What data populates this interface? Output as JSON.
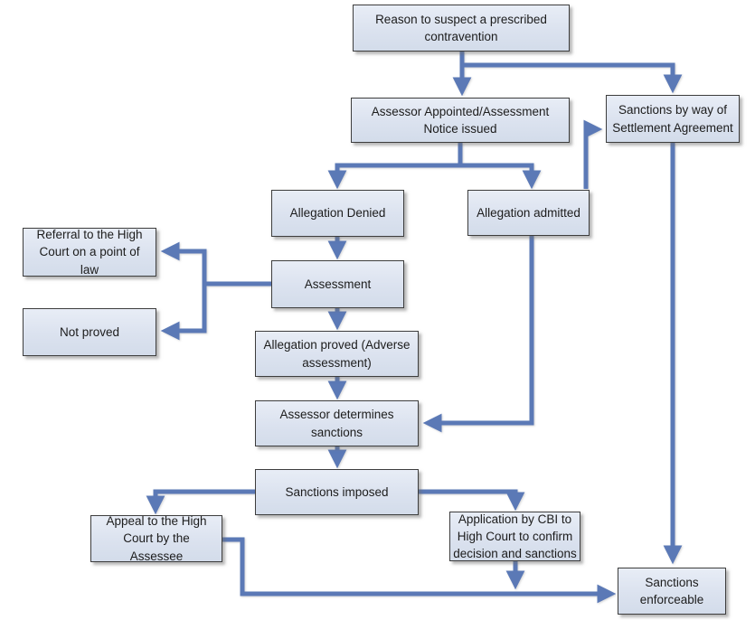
{
  "diagram": {
    "type": "flowchart",
    "accent_color": "#5b79b6",
    "node_fill": "#dbe2ef",
    "node_border": "#3d3d3d",
    "background": "#ffffff",
    "nodes": {
      "reason": {
        "label": "Reason to suspect a prescribed contravention"
      },
      "assessor_appointed": {
        "label": "Assessor Appointed/Assessment Notice issued"
      },
      "settlement": {
        "label": "Sanctions by way of Settlement Agreement"
      },
      "allegation_denied": {
        "label": "Allegation Denied"
      },
      "allegation_admitted": {
        "label": "Allegation admitted"
      },
      "referral": {
        "label": "Referral to the High Court on a point of law"
      },
      "assessment": {
        "label": "Assessment"
      },
      "not_proved": {
        "label": "Not proved"
      },
      "allegation_proved": {
        "label": "Allegation proved (Adverse assessment)"
      },
      "assessor_determines": {
        "label": "Assessor determines sanctions"
      },
      "sanctions_imposed": {
        "label": "Sanctions imposed"
      },
      "appeal": {
        "label": "Appeal to the High Court by the Assessee"
      },
      "application_cbi": {
        "label": "Application by CBI to High Court to confirm decision and sanctions"
      },
      "sanctions_enforceable": {
        "label": "Sanctions enforceable"
      }
    },
    "edges": [
      {
        "from": "reason",
        "to": "assessor_appointed"
      },
      {
        "from": "reason",
        "to": "settlement"
      },
      {
        "from": "assessor_appointed",
        "to": "allegation_denied"
      },
      {
        "from": "assessor_appointed",
        "to": "allegation_admitted"
      },
      {
        "from": "allegation_admitted",
        "to": "settlement"
      },
      {
        "from": "allegation_denied",
        "to": "assessment"
      },
      {
        "from": "assessment",
        "to": "referral"
      },
      {
        "from": "assessment",
        "to": "not_proved"
      },
      {
        "from": "assessment",
        "to": "allegation_proved"
      },
      {
        "from": "allegation_proved",
        "to": "assessor_determines"
      },
      {
        "from": "allegation_admitted",
        "to": "assessor_determines"
      },
      {
        "from": "assessor_determines",
        "to": "sanctions_imposed"
      },
      {
        "from": "sanctions_imposed",
        "to": "appeal"
      },
      {
        "from": "sanctions_imposed",
        "to": "application_cbi"
      },
      {
        "from": "appeal",
        "to": "sanctions_enforceable"
      },
      {
        "from": "application_cbi",
        "to": "sanctions_enforceable"
      },
      {
        "from": "settlement",
        "to": "sanctions_enforceable"
      }
    ]
  }
}
